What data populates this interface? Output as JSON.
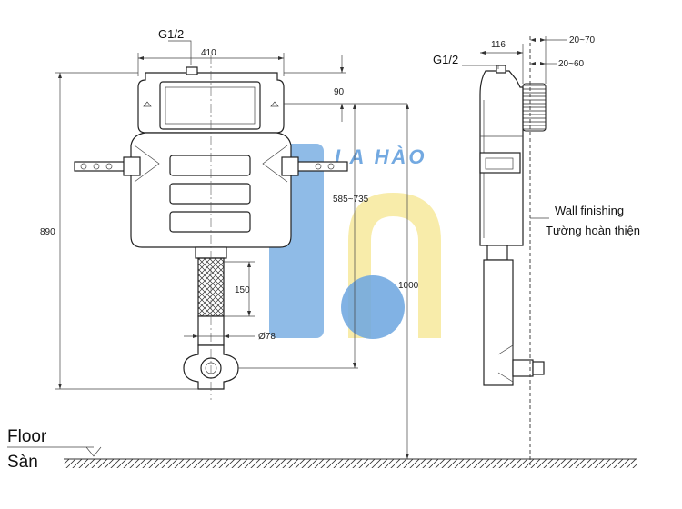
{
  "labels": {
    "front_inlet": "G1/2",
    "side_inlet": "G1/2",
    "width": "410",
    "top_offset": "90",
    "total_height": "890",
    "adjust_range": "585~735",
    "floor_height": "1000",
    "pipe_length": "150",
    "pipe_diameter": "Ø78",
    "depth": "116",
    "wall_range_1": "20~70",
    "wall_range_2": "20~60",
    "wall_finishing_en": "Wall finishing",
    "wall_finishing_vi": "Tường hoàn thiện",
    "floor_en": "Floor",
    "floor_vi": "Sàn"
  },
  "watermark": {
    "text": "LA HÀO",
    "color_blue": "#5b9bdc",
    "color_yellow": "#f6e58a"
  }
}
